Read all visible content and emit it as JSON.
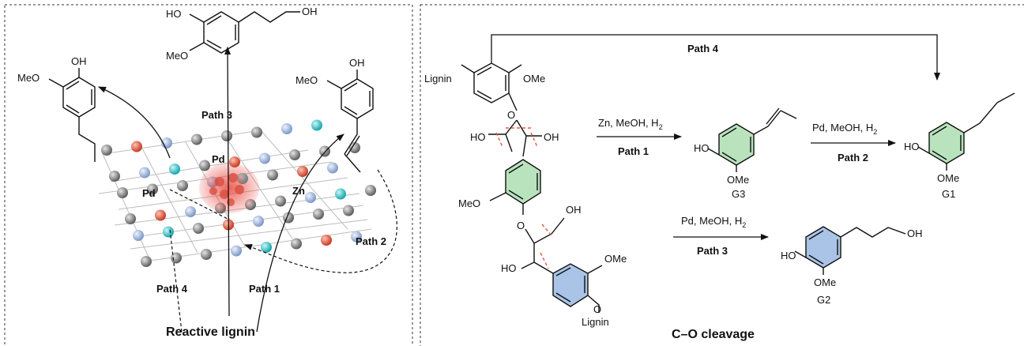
{
  "left_panel": {
    "catalyst_labels": {
      "pd_center": "Pd",
      "pd_left": "Pd",
      "zn": "Zn"
    },
    "paths": {
      "p1": "Path 1",
      "p2": "Path 2",
      "p3": "Path 3",
      "p4": "Path 4"
    },
    "caption": "Reactive lignin",
    "molecules": {
      "top": {
        "oh_ring": "HO",
        "meo": "MeO",
        "oh_chain": "OH"
      },
      "left": {
        "oh": "OH",
        "meo": "MeO"
      },
      "right": {
        "oh": "OH",
        "meo": "MeO"
      }
    }
  },
  "right_panel": {
    "substrate": {
      "lignin_top": "Lignin",
      "ome_top": "OMe",
      "ho_left": "HO",
      "oh_right": "OH",
      "meo": "MeO",
      "oh_chain": "OH",
      "ho_lower": "HO",
      "ome_lower": "OMe",
      "lignin_bottom": "Lignin"
    },
    "arrows": {
      "path4": "Path 4",
      "path1_cond": "Zn, MeOH, H",
      "path1_sub": "2",
      "path1": "Path 1",
      "path2_cond": "Pd, MeOH, H",
      "path2_sub": "2",
      "path2": "Path 2",
      "path3_cond": "Pd, MeOH, H",
      "path3_sub": "2",
      "path3": "Path 3"
    },
    "products": {
      "g3": {
        "ho": "HO",
        "ome": "OMe",
        "name": "G3"
      },
      "g1": {
        "ho": "HO",
        "ome": "OMe",
        "name": "G1"
      },
      "g2": {
        "ho": "HO",
        "ome": "OMe",
        "oh": "OH",
        "name": "G2"
      }
    },
    "caption": "C–O cleavage"
  },
  "colors": {
    "green": "#b9e3bd",
    "blue": "#a9c4e6",
    "red": "#e05a45",
    "cyan": "#2ec4c9",
    "gray": "#8c8c8c"
  }
}
